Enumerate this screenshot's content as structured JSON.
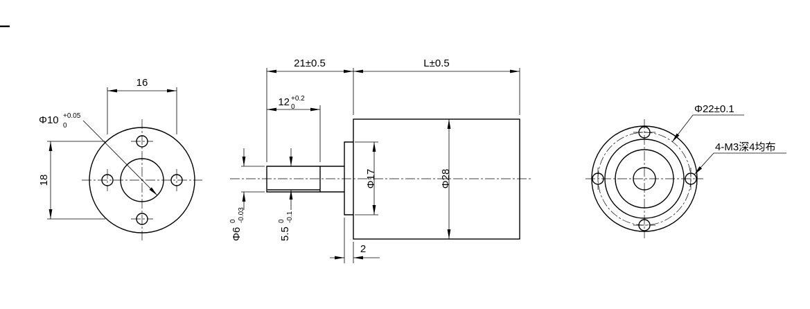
{
  "palette": {
    "background": "#ffffff",
    "line": "#000000"
  },
  "views": {
    "front": {
      "dims": {
        "hole_spacing_horizontal": "16",
        "hole_spacing_vertical": "18",
        "pilot_diameter": {
          "main": "Φ10",
          "sup": "+0.05",
          "sub": "0"
        }
      }
    },
    "side": {
      "dims": {
        "front_section_length": "21±0.5",
        "body_length": "L±0.5",
        "shaft_length": {
          "main": "12",
          "sup": "+0.2",
          "sub": "0"
        },
        "pilot_boss_diameter": "Φ17",
        "body_diameter": "Φ28",
        "shaft_diameter": {
          "main": "Φ6",
          "sup": "0",
          "sub": "-0.03"
        },
        "shaft_flat": {
          "main": "5.5",
          "sup": "0",
          "sub": "-0.1"
        },
        "boss_protrusion": "2"
      }
    },
    "rear": {
      "dims": {
        "bolt_circle_diameter": "Φ22±0.1",
        "mounting_holes_note": "4-M3深4均布"
      }
    }
  }
}
